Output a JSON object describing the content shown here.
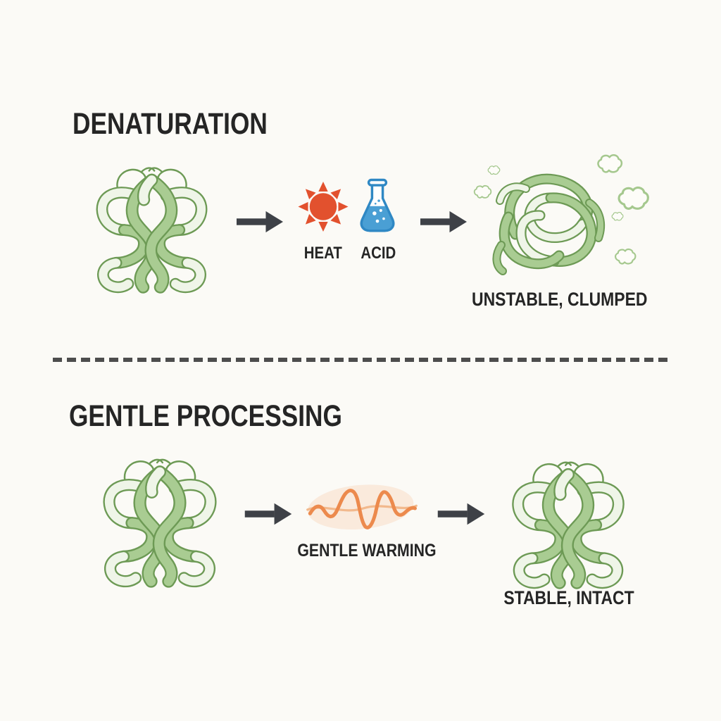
{
  "sections": {
    "denaturation": {
      "title": "DENATURATION",
      "heat_label": "HEAT",
      "acid_label": "ACID",
      "result_label": "UNSTABLE, CLUMPED"
    },
    "gentle": {
      "title": "GENTLE PROCESSING",
      "stressor_label": "GENTLE WARMING",
      "result_label": "STABLE, INTACT"
    }
  },
  "icons": {
    "heat": "sun-heat-icon",
    "acid": "acid-flask-icon",
    "warming": "warm-wave-icon",
    "flow": "arrow-right-icon",
    "steam": "steam-puff-icon"
  },
  "palette": {
    "background": "#fbfaf6",
    "ink": "#252525",
    "arrow": "#3e4147",
    "divider": "#4d4d4d",
    "ribbon_green": "#a9cc92",
    "ribbon_light": "#eff5e8",
    "ribbon_outline": "#6d9a55",
    "puff_outline": "#a5c88e",
    "heat_orange": "#e2512e",
    "acid_blue": "#4a9fd4",
    "acid_outline": "#2f88c4",
    "warm_orange": "#ec8a4d",
    "warm_glow": "#faeadc"
  }
}
